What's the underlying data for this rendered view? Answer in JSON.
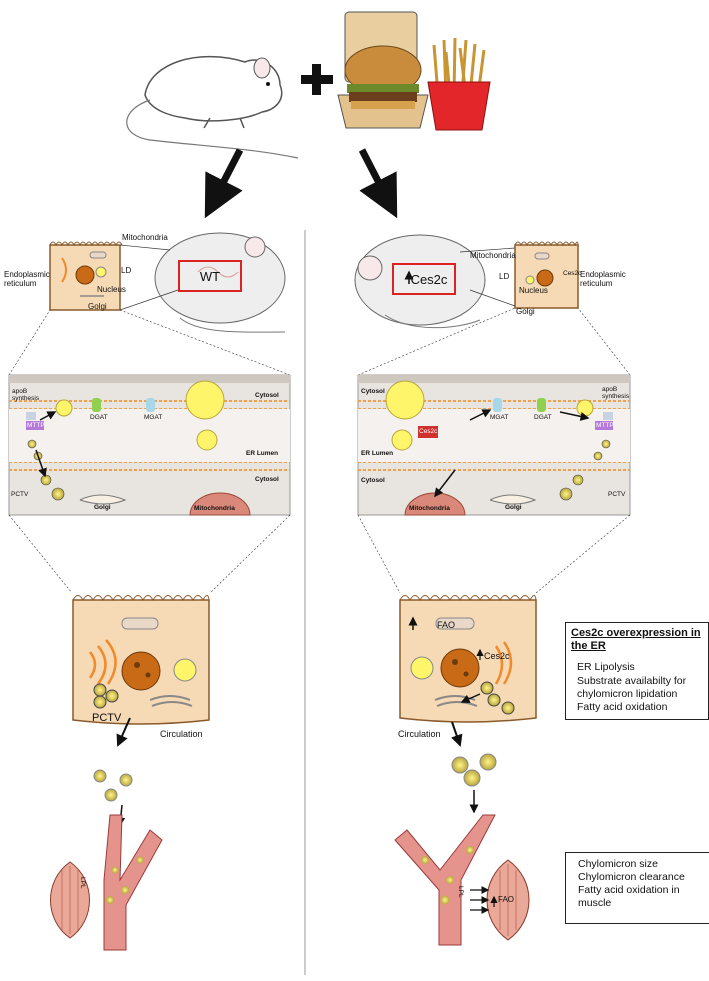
{
  "left": {
    "wt_label": "WT",
    "mitochondria": "Mitochondria",
    "ld": "LD",
    "nucleus": "Nucleus",
    "er": "Endoplasmic\nreticulum",
    "golgi": "Golgi",
    "apob": "apoB\nsynthesis",
    "mttp": "MTTP",
    "dgat": "DGAT",
    "mgat": "MGAT",
    "cytosol_top": "Cytosol",
    "er_lumen": "ER Lumen",
    "cytosol_bottom": "Cytosol",
    "pctv_small": "PCTV",
    "golgi_small": "Golgi",
    "mito_small": "Mitochondria",
    "pctv": "PCTV",
    "circulation": "Circulation",
    "lpl": "LPL"
  },
  "right": {
    "ces2c_label": "Ces2c",
    "mitochondria": "Mitochondria",
    "ld": "LD",
    "nucleus": "Nucleus",
    "ces2c_small": "Ces2c",
    "er": "Endoplasmic\nreticulum",
    "golgi": "Golgi",
    "apob": "apoB\nsynthesis",
    "mttp": "MTTP",
    "dgat": "DGAT",
    "mgat": "MGAT",
    "ces2c_enzyme": "Ces2c",
    "cytosol_top": "Cytosol",
    "er_lumen": "ER Lumen",
    "cytosol_bottom": "Cytosol",
    "pctv_small": "PCTV",
    "golgi_small": "Golgi",
    "mito_small": "Mitochondria",
    "fao": "FAO",
    "ces2c_cell": "Ces2c",
    "circulation": "Circulation",
    "lpl": "LPL",
    "fao_muscle": "FAO"
  },
  "box1": {
    "title": "Ces2c overexpression in the ER",
    "lines": [
      "ER Lipolysis",
      "Substrate availabilty for",
      "chylomicron lipidation",
      "Fatty acid oxidation"
    ]
  },
  "box2": {
    "lines": [
      "Chylomicron size",
      "Chylomicron clearance",
      "Fatty acid oxidation in",
      "muscle"
    ]
  },
  "colors": {
    "cell_fill": "#f6d9b5",
    "cell_stroke": "#8a5a2b",
    "nucleus": "#c96a17",
    "ld": "#fff56a",
    "er": "#f28a2a",
    "vessel": "#e4948c",
    "muscle": "#e9a898",
    "highlight_box": "#dd2222",
    "panel_bg": "#e8e4df"
  }
}
